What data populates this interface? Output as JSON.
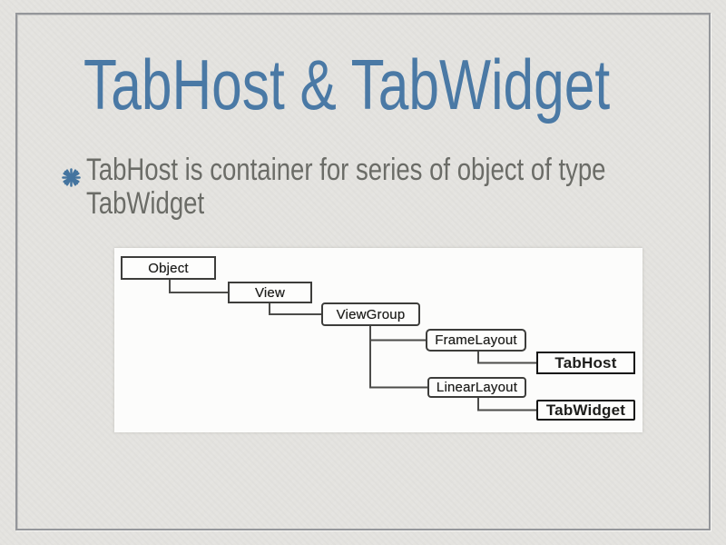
{
  "slide": {
    "title": "TabHost & TabWidget",
    "bullets": [
      {
        "marker": "asterisk-star",
        "text": "TabHost is container for series of object of type TabWidget"
      }
    ]
  },
  "diagram": {
    "description": "Android class hierarchy for TabHost and TabWidget",
    "nodes": [
      {
        "id": "object",
        "label": "Object"
      },
      {
        "id": "view",
        "label": "View"
      },
      {
        "id": "viewgroup",
        "label": "ViewGroup"
      },
      {
        "id": "framelayout",
        "label": "FrameLayout"
      },
      {
        "id": "tabhost",
        "label": "TabHost"
      },
      {
        "id": "linearlayout",
        "label": "LinearLayout"
      },
      {
        "id": "tabwidget",
        "label": "TabWidget"
      }
    ],
    "edges": [
      {
        "from": "Object",
        "to": "View"
      },
      {
        "from": "View",
        "to": "ViewGroup"
      },
      {
        "from": "ViewGroup",
        "to": "FrameLayout"
      },
      {
        "from": "ViewGroup",
        "to": "LinearLayout"
      },
      {
        "from": "FrameLayout",
        "to": "TabHost"
      },
      {
        "from": "LinearLayout",
        "to": "TabWidget"
      }
    ]
  },
  "colors": {
    "background": "#e4e3df",
    "frame_border": "#94969a",
    "title_text": "#4a79a5",
    "bullet_star": "#44749f",
    "body_text": "#6b6c67",
    "diagram_background": "#fcfcfb",
    "node_border": "#3d3d3b",
    "leaf_node_border": "#141414",
    "connector": "#4c4c4a"
  }
}
